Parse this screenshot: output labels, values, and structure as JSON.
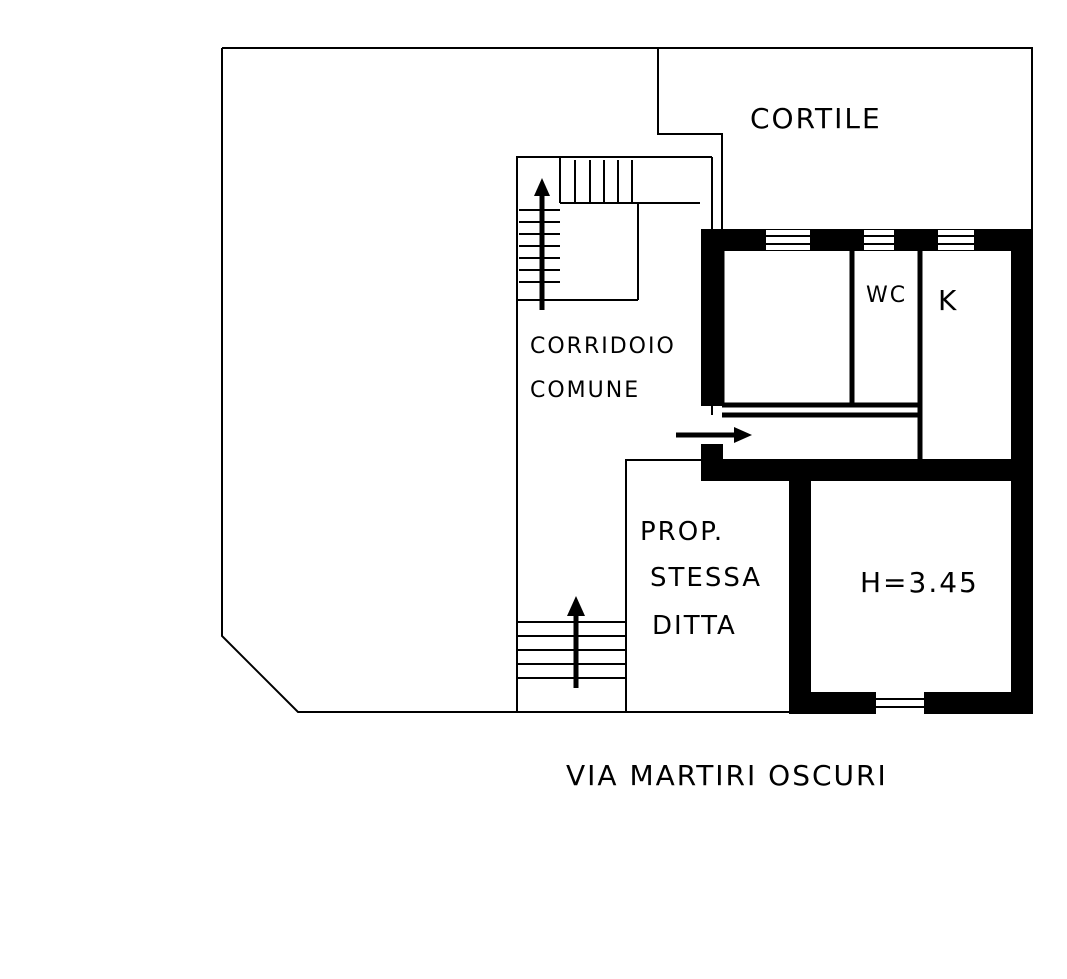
{
  "plan": {
    "labels": {
      "cortile": "CORTILE",
      "corridoio_line1": "CORRIDOIO",
      "corridoio_line2": "COMUNE",
      "wc": "WC",
      "kitchen": "K",
      "prop_line1": "PROP.",
      "prop_line2": "STESSA",
      "prop_line3": "DITTA",
      "height": "H=3.45",
      "street": "VIA MARTIRI OSCURI"
    }
  }
}
